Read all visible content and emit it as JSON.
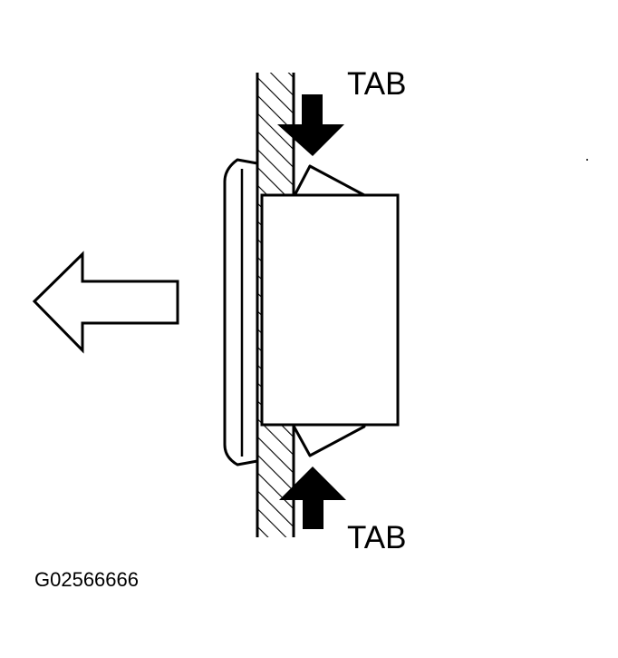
{
  "labels": {
    "tab_top": "TAB",
    "tab_bottom": "TAB",
    "figure_code": "G02566666"
  },
  "colors": {
    "ink": "#000000",
    "paper": "#ffffff"
  },
  "icons": {
    "removal_direction": "hollow-arrow-left-icon",
    "press_tab": "solid-arrow-icon"
  }
}
